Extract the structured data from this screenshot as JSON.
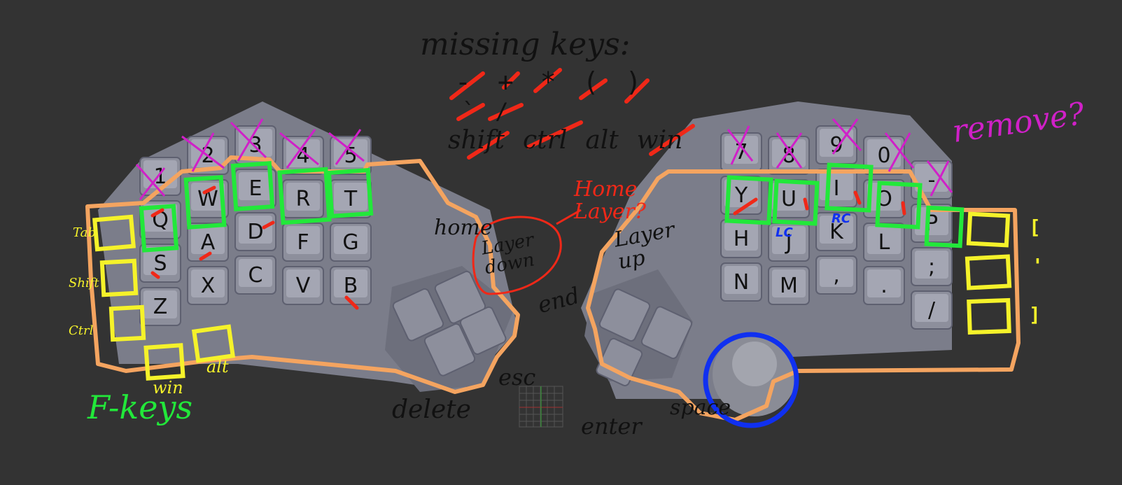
{
  "notes": {
    "missing_keys_title": "missing keys:",
    "symbols": [
      "-",
      "+",
      "*",
      "(",
      ")"
    ],
    "symbols2": [
      "`",
      "/"
    ],
    "modifiers": [
      "shift",
      "ctrl",
      "alt",
      "win"
    ],
    "remove": "remove?",
    "home_layer": [
      "Home",
      "Layer?"
    ],
    "layer_down": [
      "Layer",
      "down"
    ],
    "layer_up": [
      "Layer",
      "up"
    ],
    "home": "home",
    "end": "end",
    "delete": "delete",
    "esc": "esc",
    "enter": "enter",
    "space": "space",
    "fkeys": "F-keys",
    "left_mods": [
      "Tab",
      "Shift",
      "Ctrl"
    ],
    "win": "win",
    "alt": "alt",
    "right_brackets": [
      "[",
      "'",
      "]"
    ],
    "lc": "LC",
    "rc": "RC"
  },
  "left_keys": {
    "row1": [
      "1",
      "2",
      "3",
      "4",
      "5"
    ],
    "row2": [
      "Q",
      "W",
      "E",
      "R",
      "T"
    ],
    "row3": [
      "S",
      "A",
      "D",
      "F",
      "G"
    ],
    "row4": [
      "Z",
      "X",
      "C",
      "V",
      "B"
    ]
  },
  "right_keys": {
    "row1": [
      "7",
      "8",
      "9",
      "0",
      "-"
    ],
    "row2": [
      "Y",
      "U",
      "I",
      "O",
      "P"
    ],
    "row3": [
      "H",
      "J",
      "K",
      "L",
      ";"
    ],
    "row4": [
      "N",
      "M",
      ",",
      ".",
      "/"
    ]
  },
  "colors": {
    "background": "#333333",
    "keyboard": "#7b7d8a",
    "orange": "#f4a460",
    "green": "#22e83a",
    "yellow": "#f5f22a",
    "magenta": "#d020c8",
    "red": "#f02818",
    "blue": "#1030f0"
  }
}
